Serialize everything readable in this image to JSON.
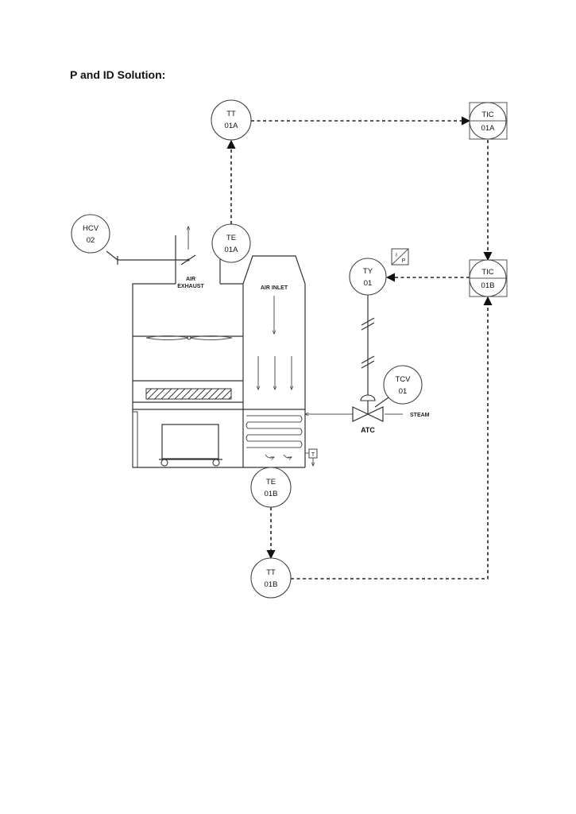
{
  "title": "P and ID Solution:",
  "instruments": {
    "tt01a": {
      "tag": "TT",
      "loop": "01A"
    },
    "te01a": {
      "tag": "TE",
      "loop": "01A"
    },
    "hcv02": {
      "tag": "HCV",
      "loop": "02"
    },
    "tic01a": {
      "tag": "TIC",
      "loop": "01A"
    },
    "tic01b": {
      "tag": "TIC",
      "loop": "01B"
    },
    "ty01": {
      "tag": "TY",
      "loop": "01"
    },
    "tcv01": {
      "tag": "TCV",
      "loop": "01"
    },
    "te01b": {
      "tag": "TE",
      "loop": "01B"
    },
    "tt01b": {
      "tag": "TT",
      "loop": "01B"
    }
  },
  "labels": {
    "air_exhaust_1": "AIR",
    "air_exhaust_2": "EXHAUST",
    "air_inlet": "AIR INLET",
    "steam": "STEAM",
    "atc": "ATC",
    "ip_i": "I",
    "ip_p": "P",
    "trap": "T"
  }
}
